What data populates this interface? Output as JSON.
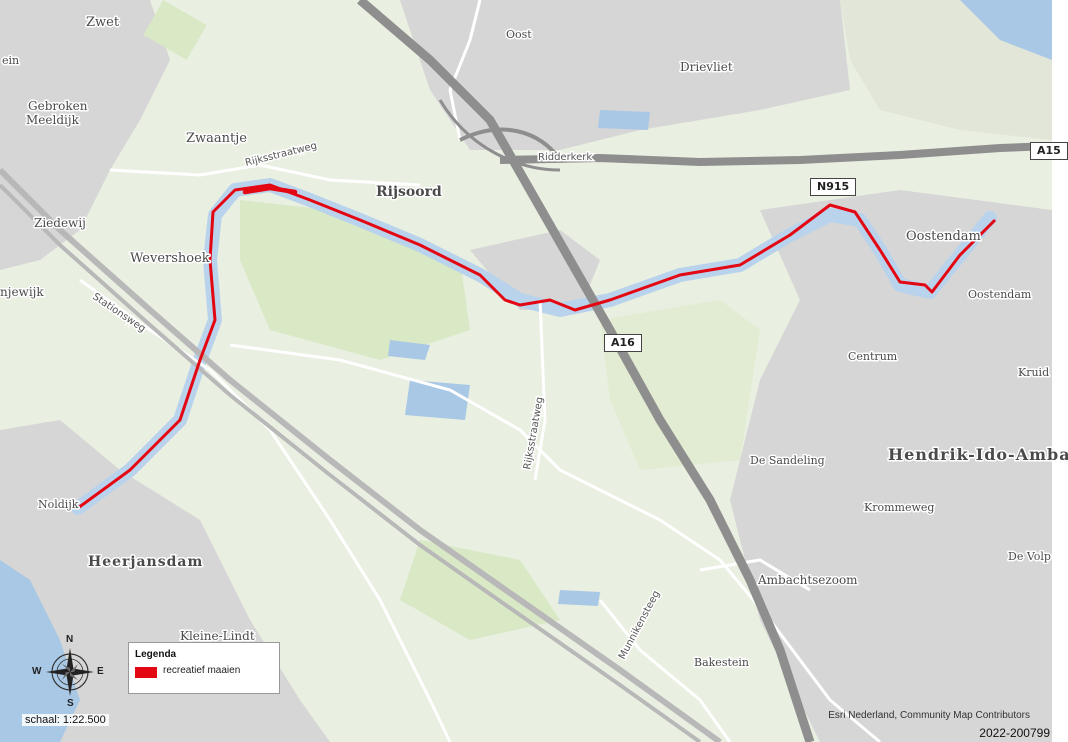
{
  "map": {
    "labels": {
      "zwet": "Zwet",
      "ein": "ein",
      "gebroken": "Gebroken",
      "meeldijk": "Meeldijk",
      "zwaantje": "Zwaantje",
      "rijsoord": "Rijsoord",
      "ziedewij": "Ziedewij",
      "wevershoek": "Wevershoek",
      "njewijk": "njewijk",
      "oost": "Oost",
      "drievliet": "Drievliet",
      "oostendam": "Oostendam",
      "oostendam2": "Oostendam",
      "centrum": "Centrum",
      "kruid": "Kruid",
      "hendrik": "Hendrik-Ido-Amba",
      "sandeling": "De Sandeling",
      "krommeweg": "Krommeweg",
      "devolp": "De Volp",
      "ambachtsezoom": "Ambachtsezoom",
      "bakestein": "Bakestein",
      "noldijk": "Noldijk",
      "heerjansdam": "Heerjansdam",
      "kleinelindt": "Kleine-Lindt",
      "rijksstraatweg": "Rijksstraatweg",
      "rijksstraatweg2": "Rijksstraatweg",
      "stationsweg": "Stationsweg",
      "munnikensteeg": "Munnikensteeg",
      "ridderkerk": "Ridderkerk"
    },
    "shields": {
      "a15": "A15",
      "n915": "N915",
      "a16": "A16"
    },
    "colors": {
      "land": "#e9efe1",
      "water": "#a9c8e6",
      "urban": "#d4d4d4",
      "motorway": "#8e8e8e",
      "route": "#e30613"
    }
  },
  "legend": {
    "title": "Legenda",
    "item_label": "recreatief maaien",
    "item_color": "#e30613"
  },
  "compass": {
    "n": "N",
    "s": "S",
    "e": "E",
    "w": "W"
  },
  "scale": "schaal: 1:22.500",
  "credits": "Esri Nederland, Community Map Contributors",
  "doc_id": "2022-200799"
}
